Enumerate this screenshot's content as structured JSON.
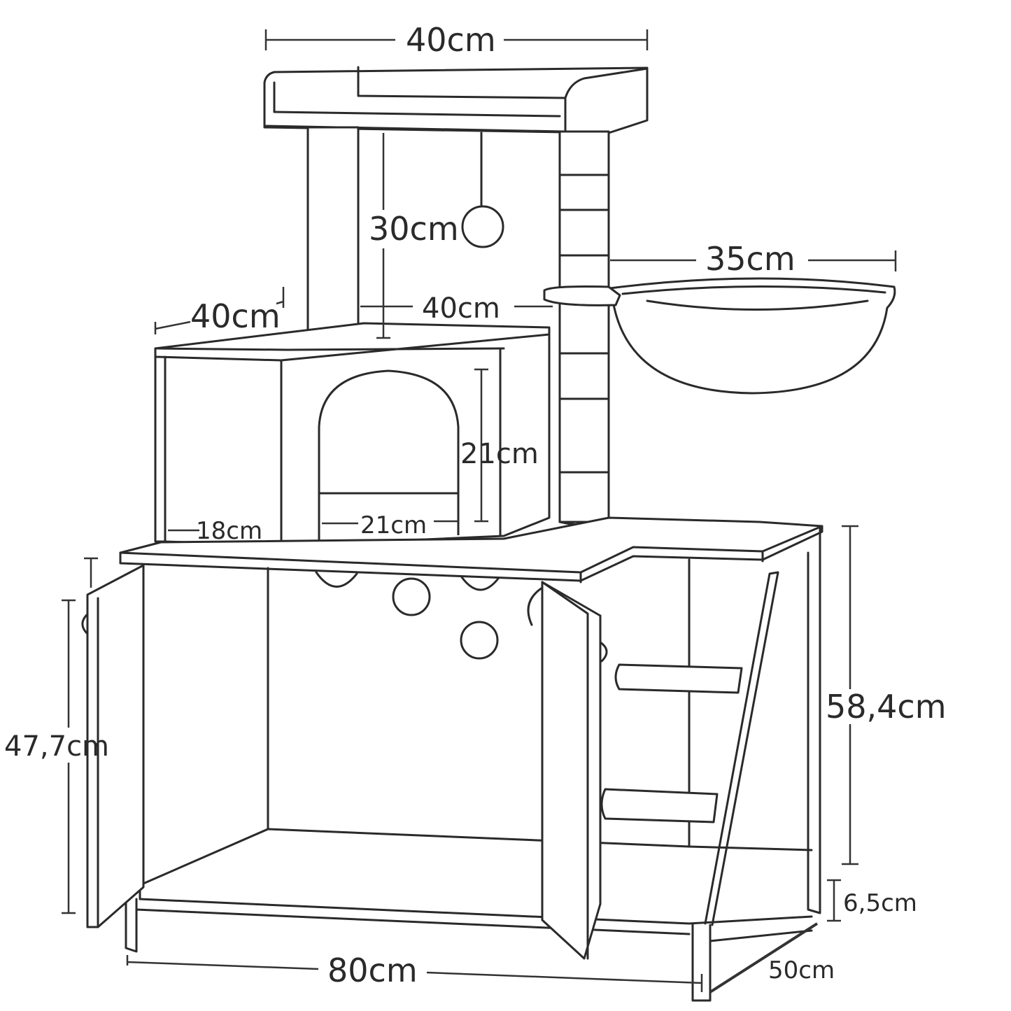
{
  "dimensions": {
    "top_width": "40cm",
    "post_height": "30cm",
    "hammock_diameter": "35cm",
    "house_depth": "40cm",
    "house_width": "40cm",
    "door_height": "21cm",
    "door_width": "21cm",
    "house_side_depth": "18cm",
    "cabinet_height": "47,7cm",
    "right_height": "58,4cm",
    "leg_height": "6,5cm",
    "total_width": "80cm",
    "total_depth": "50cm"
  },
  "colors": {
    "line": "#2a2a2a",
    "background": "#ffffff"
  }
}
